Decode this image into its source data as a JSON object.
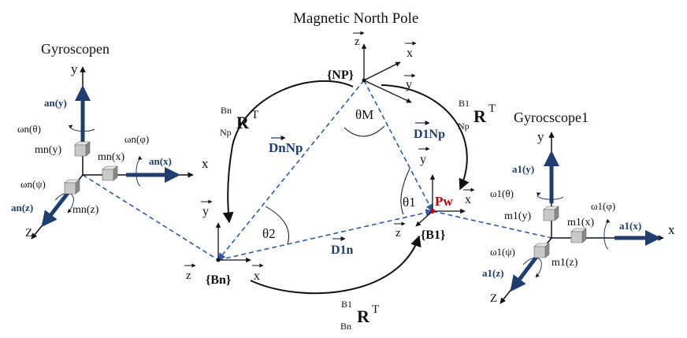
{
  "title": "Magnetic North Pole",
  "colors": {
    "blue": "#1f3d6e",
    "dash": "#2f5aa8",
    "red": "#c00000",
    "cube_light": "#e6e6e6",
    "cube_mid": "#bdbdbd",
    "cube_dark": "#8a8a8a"
  },
  "frames": {
    "np": "{NP}",
    "bn": "{Bn}",
    "b1": "{B1}",
    "pw": "Pw"
  },
  "gyro_n": {
    "title": "Gyroscopen",
    "axis_y": "y",
    "axis_x": "x",
    "axis_z": "Z",
    "acc_y": "an(y)",
    "acc_x": "an(x)",
    "acc_z": "an(z)",
    "omega_theta": "ωn(θ)",
    "omega_phi": "ωn(φ)",
    "omega_psi": "ωn(ψ)",
    "m_y": "mn(y)",
    "m_x": "mn(x)",
    "m_z": "mn(z)"
  },
  "gyro_1": {
    "title": "Gyrocscope1",
    "axis_y": "y",
    "axis_x": "x",
    "axis_z": "Z",
    "acc_y": "a1(y)",
    "acc_x": "a1(x)",
    "acc_z": "a1(z)",
    "omega_theta": "ω1(θ)",
    "omega_phi": "ω1(φ)",
    "omega_psi": "ω1(ψ)",
    "m_y": "m1(y)",
    "m_x": "m1(x)",
    "m_z": "m1(z)"
  },
  "vectors": {
    "d_nnp": "DnNp",
    "d_1np": "D1Np",
    "d_1n": "D1n"
  },
  "angles": {
    "theta_m": "θM",
    "theta_1": "θ1",
    "theta_2": "θ2"
  },
  "rotations": {
    "bn_np": {
      "sup": "Bn",
      "sub": "Np",
      "R": "R",
      "T": "T"
    },
    "b1_np": {
      "sup": "B1",
      "sub": "Np",
      "R": "R",
      "T": "T"
    },
    "b1_bn": {
      "sup": "B1",
      "sub": "Bn",
      "R": "R",
      "T": "T"
    }
  },
  "axes": {
    "x": "x",
    "y": "y",
    "z": "z"
  }
}
